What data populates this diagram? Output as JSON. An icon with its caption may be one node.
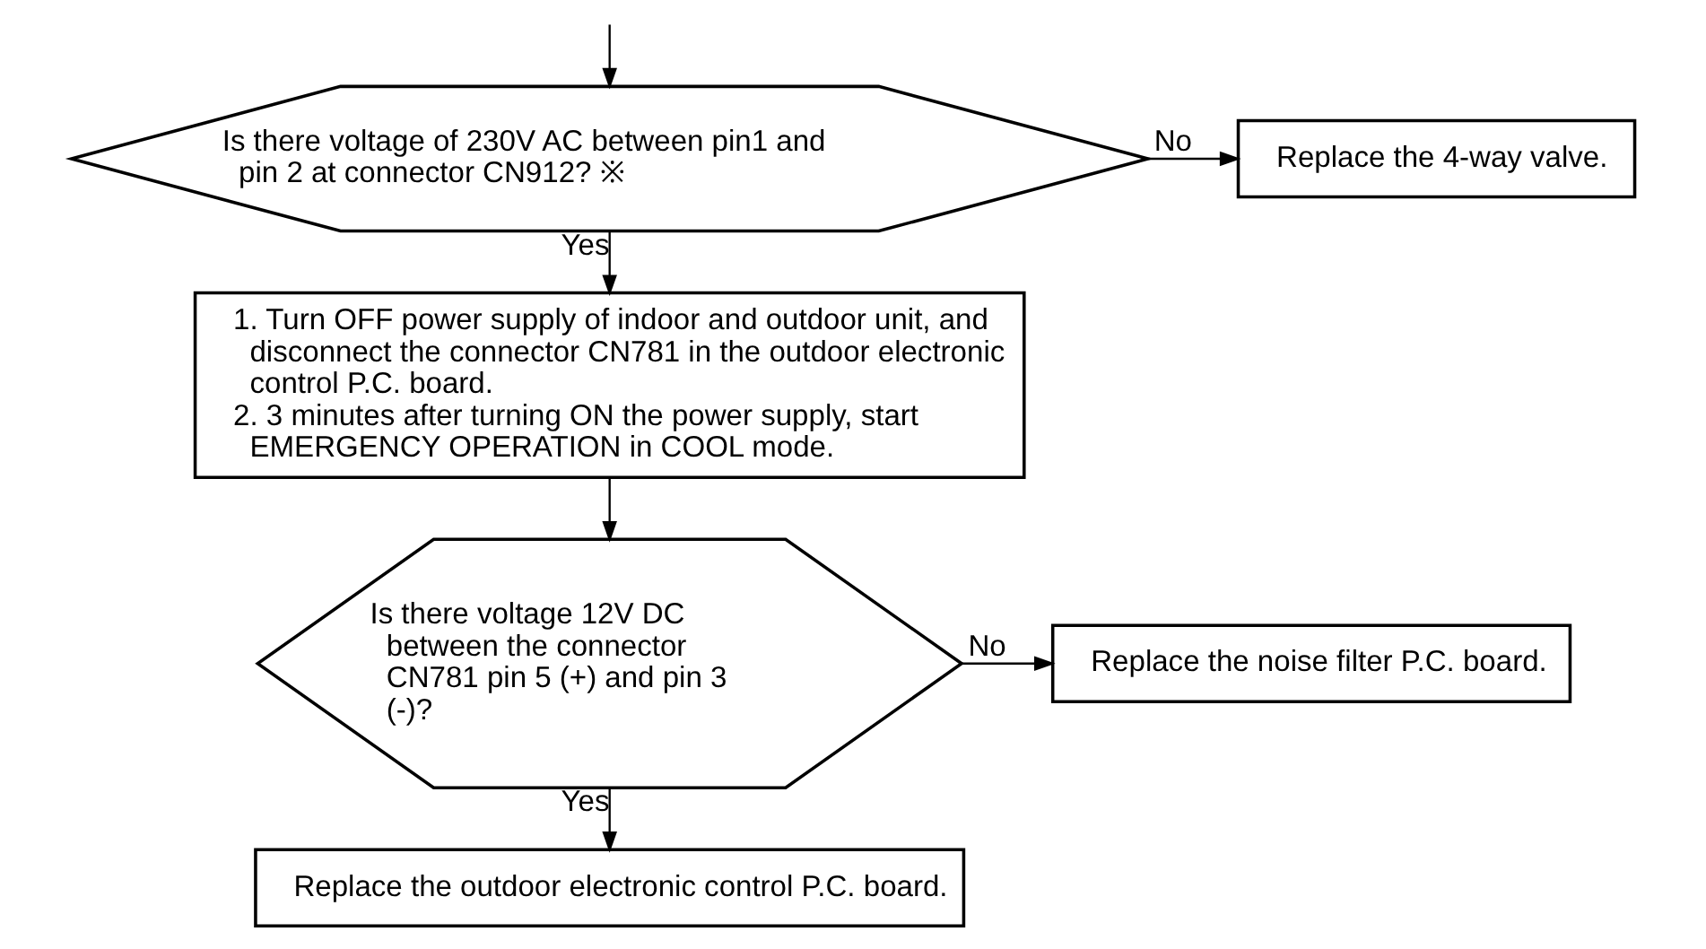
{
  "diagram": {
    "nodes": [
      {
        "text": [
          "Is there voltage of 230V AC between pin1 and pin 2 at connector CN912? ※"
        ]
      },
      {
        "text": [
          "Replace the 4-way valve."
        ]
      },
      {
        "text": [
          "1. Turn OFF power supply of indoor and outdoor unit, and disconnect the connector CN781 in the outdoor electronic control P.C. board.",
          "2. 3 minutes after turning ON the power supply, start EMERGENCY OPERATION in COOL mode."
        ]
      },
      {
        "text": [
          "Is there voltage 12V DC between the connector CN781 pin 5 (+) and pin 3 (-)?"
        ]
      },
      {
        "text": [
          "Replace the noise filter P.C. board."
        ]
      },
      {
        "text": [
          "Replace the outdoor electronic control P.C. board."
        ]
      }
    ],
    "edges": [
      {
        "from": null,
        "to": 0,
        "arrow": "to"
      },
      {
        "from": 0,
        "to": 1,
        "arrow": "to",
        "label": "No"
      },
      {
        "from": 0,
        "to": 2,
        "arrow": "to",
        "label": "Yes"
      },
      {
        "from": 2,
        "to": 3,
        "arrow": "to"
      },
      {
        "from": 3,
        "to": 4,
        "arrow": "to",
        "label": "No"
      },
      {
        "from": 3,
        "to": 5,
        "arrow": "to",
        "label": "Yes"
      }
    ]
  }
}
